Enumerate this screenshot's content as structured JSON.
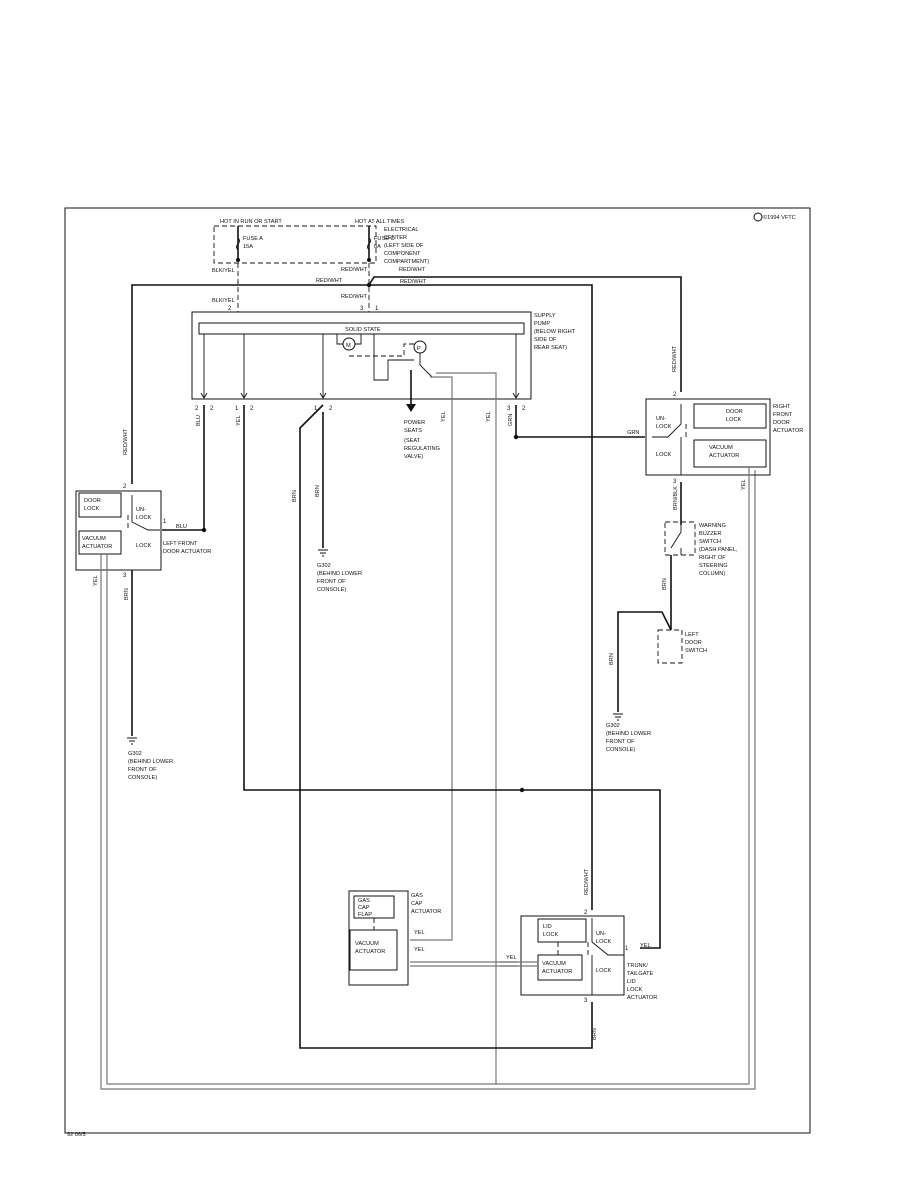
{
  "header": {
    "logo_text": "©1994 VFTC",
    "footer_code": "92 06/5"
  },
  "electrical_center": {
    "hot_run_start": "HOT IN RUN OR START",
    "hot_all_times": "HOT AT ALL TIMES",
    "fuse_a": "FUSE A",
    "fuse_a_rating": "15A",
    "fuse_c": "FUSE C",
    "fuse_c_rating": "8A",
    "label": [
      "ELECTRICAL",
      "CENTER",
      "(LEFT SIDE OF",
      "COMPONENT",
      "COMPARTMENT)"
    ]
  },
  "wires": {
    "blk_yel": "BLK/YEL",
    "red_wht": "RED/WHT",
    "blu": "BLU",
    "yel": "YEL",
    "brn": "BRN",
    "grn": "GRN",
    "brn_blk": "BRN/BLK"
  },
  "supply_pump": {
    "solid_state": "SOLID STATE",
    "motor": "M",
    "pressure": "P",
    "label": [
      "SUPPLY",
      "PUMP",
      "(BELOW RIGHT",
      "SIDE OF",
      "REAR SEAT)"
    ],
    "power_seats": [
      "POWER",
      "SEATS",
      "(SEAT",
      "REGULATING",
      "VALVE)"
    ]
  },
  "left_front_door": {
    "door_lock": [
      "DOOR",
      "LOCK"
    ],
    "unlock": [
      "UN-",
      "LOCK"
    ],
    "lock": "LOCK",
    "vacuum": [
      "VACUUM",
      "ACTUATOR"
    ],
    "label": [
      "LEFT FRONT",
      "DOOR ACTUATOR"
    ]
  },
  "right_front_door": {
    "door_lock": [
      "DOOR",
      "LOCK"
    ],
    "unlock": [
      "UN-",
      "LOCK"
    ],
    "lock": "LOCK",
    "vacuum": [
      "VACUUM",
      "ACTUATOR"
    ],
    "label": [
      "RIGHT",
      "FRONT",
      "DOOR",
      "ACTUATOR"
    ]
  },
  "warning_buzzer": {
    "label": [
      "WARNING",
      "BUZZER",
      "SWITCH",
      "(DASH PANEL,",
      "RIGHT OF",
      "STEERING",
      "COLUMN)"
    ]
  },
  "left_door_switch": {
    "label": [
      "LEFT",
      "DOOR",
      "SWITCH"
    ]
  },
  "grounds": {
    "g302_center": [
      "G302",
      "(BEHIND LOWER",
      "FRONT OF",
      "CONSOLE)"
    ],
    "g302_left": [
      "G302",
      "(BEHIND LOWER",
      "FRONT OF",
      "CONSOLE)"
    ],
    "g302_right": [
      "G302",
      "(BEHIND LOWER",
      "FRONT OF",
      "CONSOLE)"
    ]
  },
  "gas_cap": {
    "flap": [
      "GAS",
      "CAP",
      "FLAP"
    ],
    "vacuum": [
      "VACUUM",
      "ACTUATOR"
    ],
    "label": [
      "GAS",
      "CAP",
      "ACTUATOR"
    ]
  },
  "trunk": {
    "lid_lock": [
      "LID",
      "LOCK"
    ],
    "unlock": [
      "UN-",
      "LOCK"
    ],
    "lock": "LOCK",
    "vacuum": [
      "VACUUM",
      "ACTUATOR"
    ],
    "label": [
      "TRUNK/",
      "TAILGATE",
      "LID",
      "LOCK",
      "ACTUATOR"
    ]
  },
  "pins": {
    "p1": "1",
    "p2": "2",
    "p3": "3"
  }
}
